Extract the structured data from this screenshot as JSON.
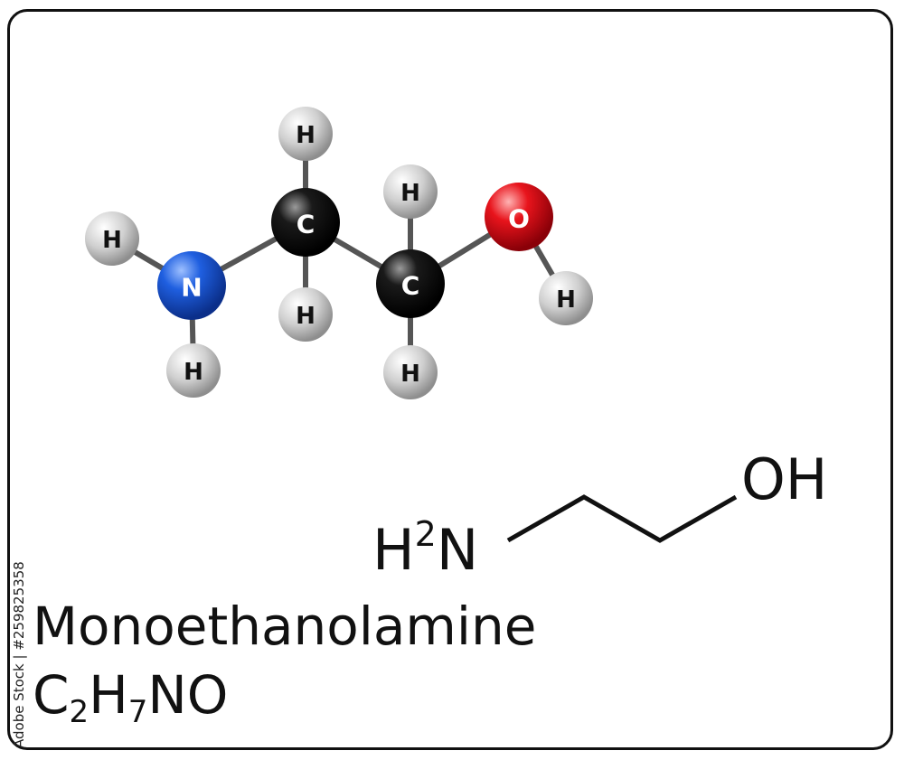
{
  "molecule": {
    "name": "Monoethanolamine",
    "formula": [
      {
        "text": "C",
        "sub": "2"
      },
      {
        "text": "H",
        "sub": "7"
      },
      {
        "text": "NO",
        "sub": ""
      }
    ]
  },
  "ball_and_stick": {
    "atoms": [
      {
        "id": "h_n_left",
        "element": "H",
        "color": "#c9c9c9"
      },
      {
        "id": "n",
        "element": "N",
        "color": "#1f5fe0"
      },
      {
        "id": "h_n_bottom",
        "element": "H",
        "color": "#c9c9c9"
      },
      {
        "id": "c1",
        "element": "C",
        "color": "#111111"
      },
      {
        "id": "h_c1_top",
        "element": "H",
        "color": "#c9c9c9"
      },
      {
        "id": "h_c1_bottom",
        "element": "H",
        "color": "#c9c9c9"
      },
      {
        "id": "c2",
        "element": "C",
        "color": "#111111"
      },
      {
        "id": "h_c2_top",
        "element": "H",
        "color": "#c9c9c9"
      },
      {
        "id": "h_c2_bottom",
        "element": "H",
        "color": "#c9c9c9"
      },
      {
        "id": "o",
        "element": "O",
        "color": "#e8141c"
      },
      {
        "id": "h_o",
        "element": "H",
        "color": "#c9c9c9"
      }
    ],
    "bonds": [
      [
        "h_n_left",
        "n"
      ],
      [
        "n",
        "h_n_bottom"
      ],
      [
        "n",
        "c1"
      ],
      [
        "c1",
        "h_c1_top"
      ],
      [
        "c1",
        "h_c1_bottom"
      ],
      [
        "c1",
        "c2"
      ],
      [
        "c2",
        "h_c2_top"
      ],
      [
        "c2",
        "h_c2_bottom"
      ],
      [
        "c2",
        "o"
      ],
      [
        "o",
        "h_o"
      ]
    ]
  },
  "skeletal": {
    "amine_group": {
      "h": "H",
      "sup": "2",
      "n": "N"
    },
    "hydroxyl_group": "OH"
  },
  "stock_id": "Adobe Stock | #259825358",
  "colors": {
    "carbon": "#111111",
    "nitrogen": "#1f5fe0",
    "oxygen": "#e8141c",
    "hydrogen": "#c9c9c9",
    "bond": "#555555"
  }
}
